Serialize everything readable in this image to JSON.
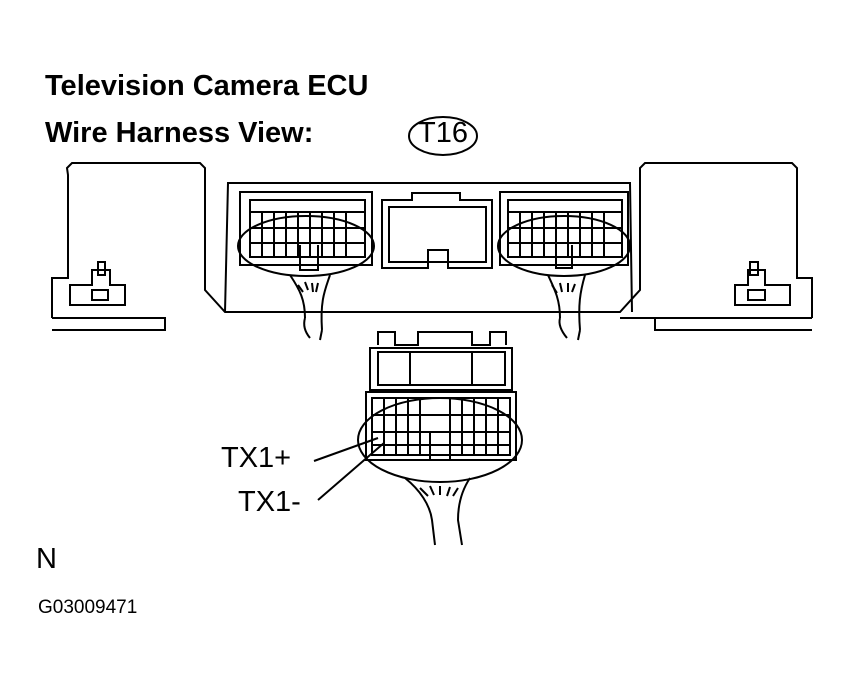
{
  "title": "Television Camera ECU",
  "subtitle": "Wire Harness View:",
  "connector_id": "T16",
  "pins": [
    {
      "label": "TX1+"
    },
    {
      "label": "TX1-"
    }
  ],
  "orientation_marker": "N",
  "figure_code": "G03009471"
}
